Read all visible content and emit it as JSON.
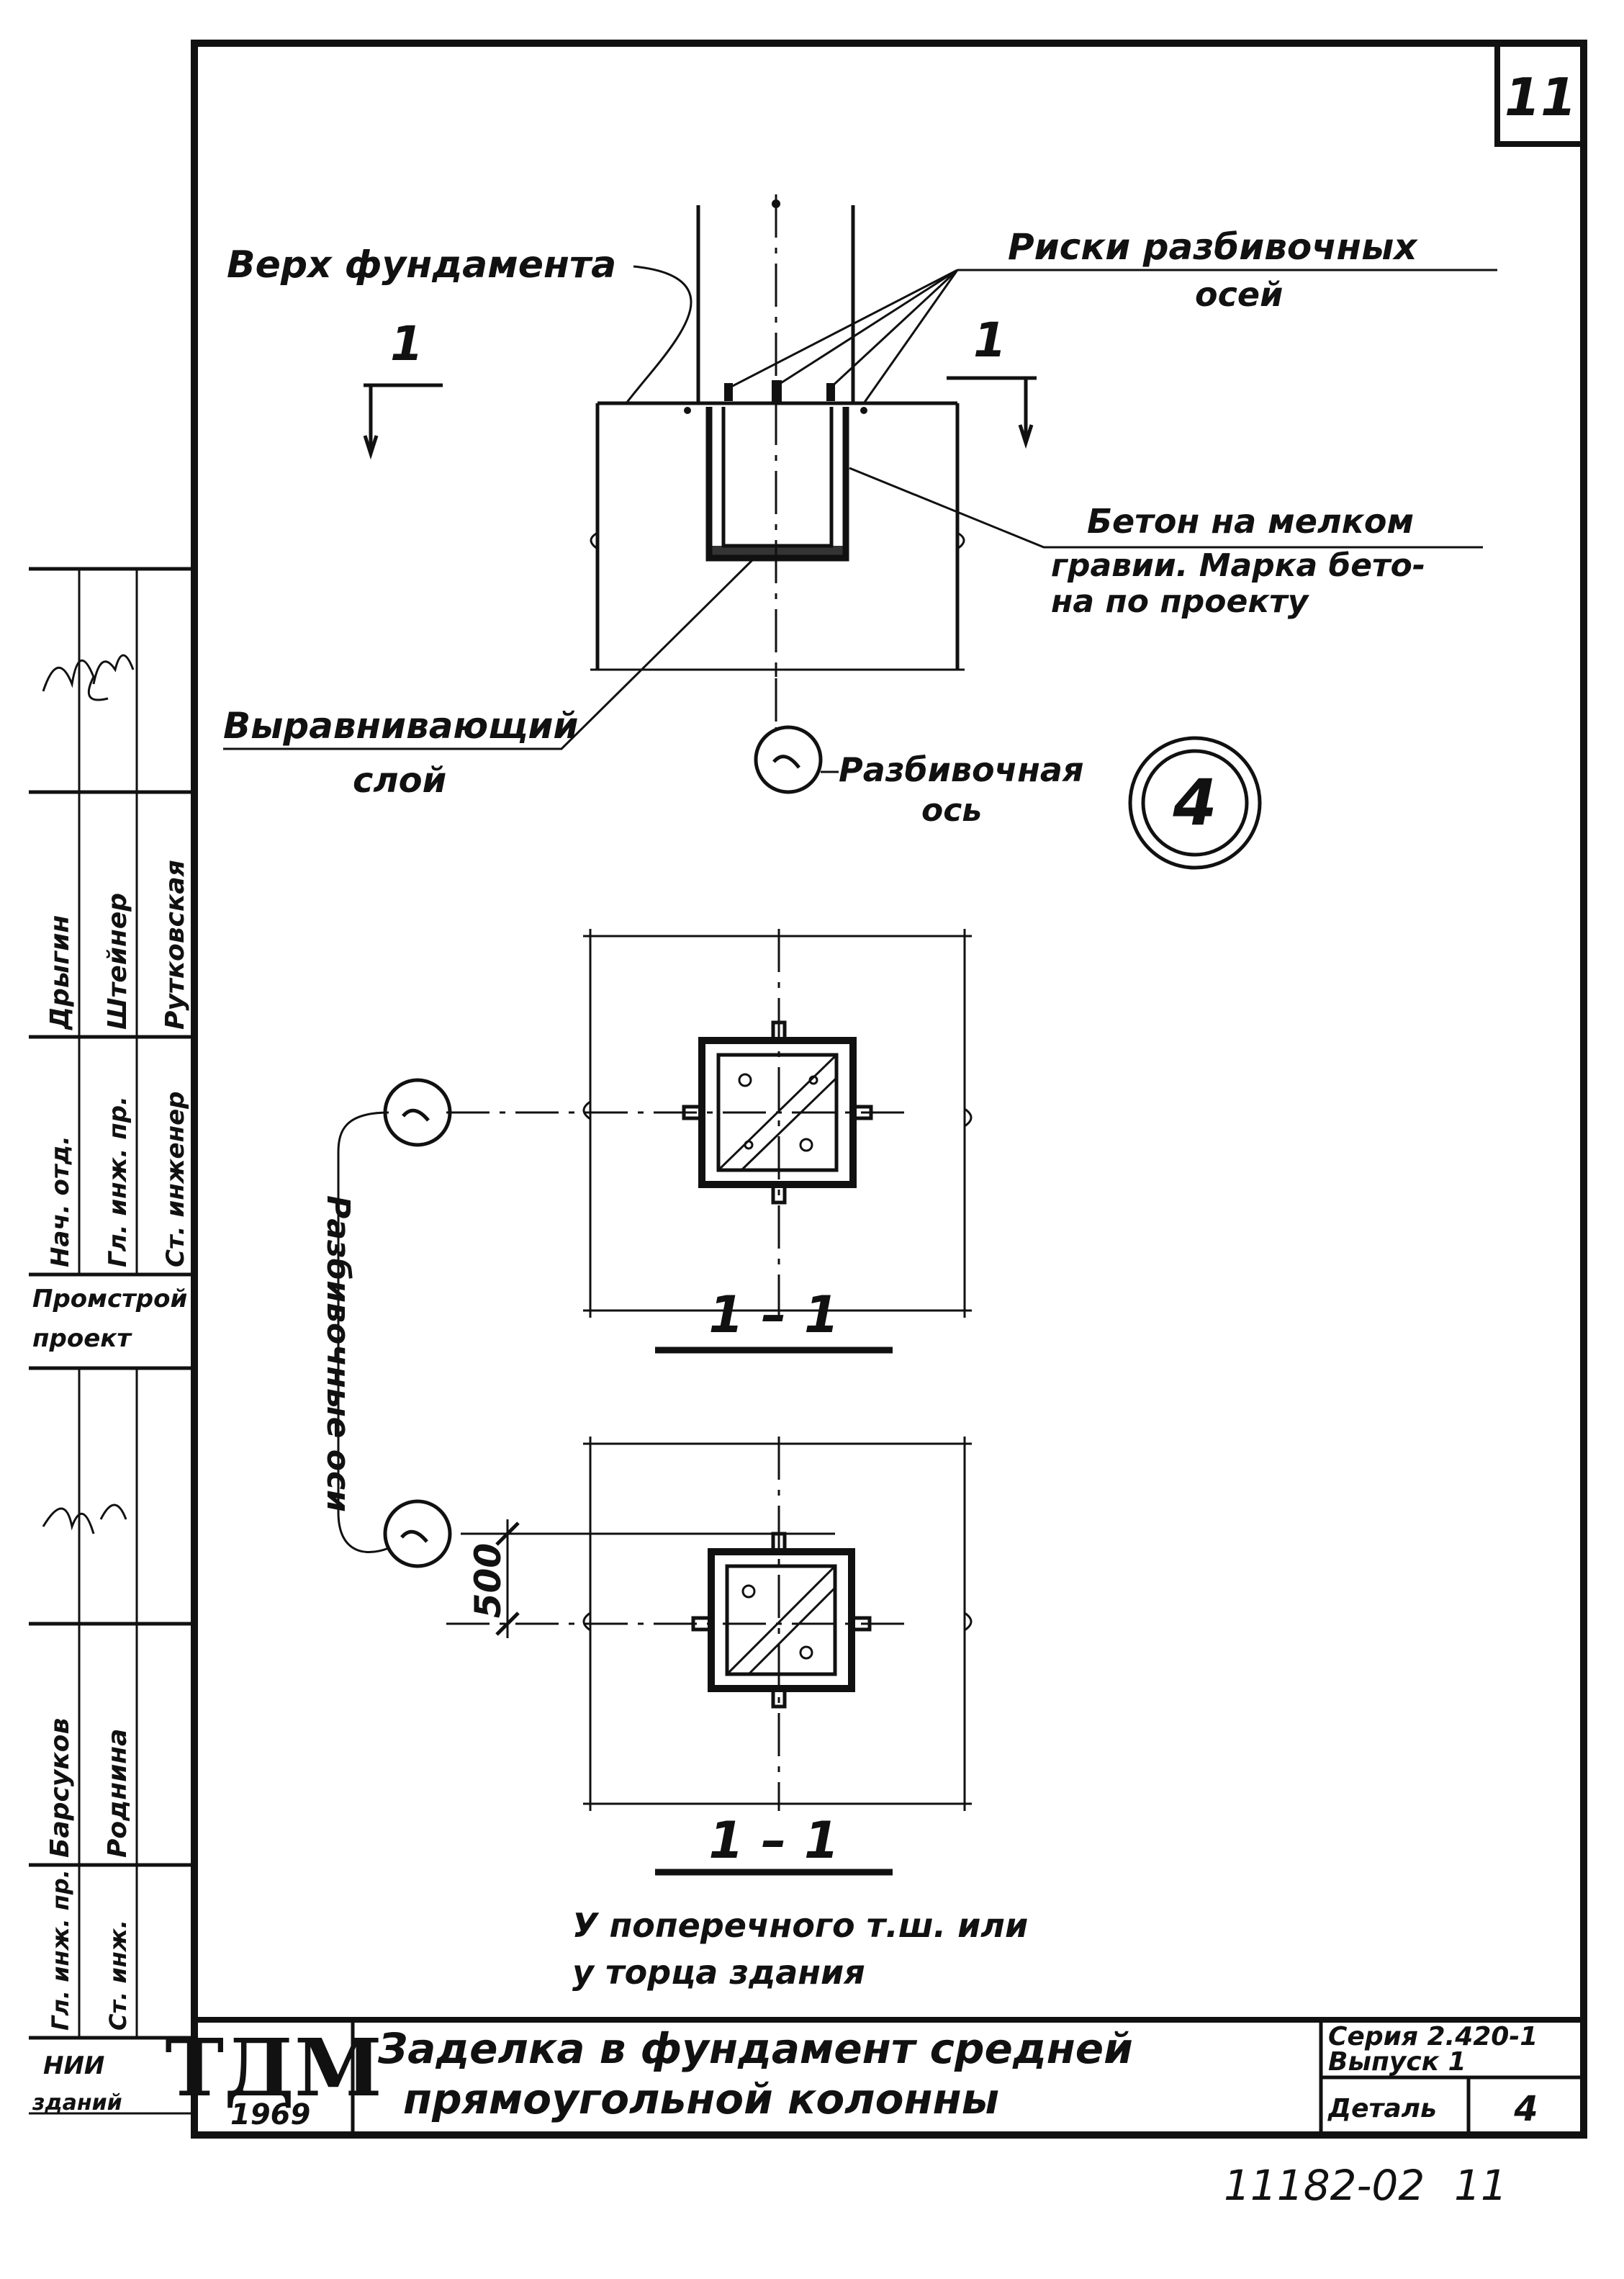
{
  "sheet": {
    "number": "11",
    "bottom_code": "11182-02",
    "bottom_page": "11"
  },
  "section_view": {
    "top_of_foundation": "Верх фундамента",
    "risk_marks_line1": "Риски разбивочных",
    "risk_marks_line2": "осей",
    "concrete_line1": "Бетон на мелком",
    "concrete_line2": "гравии. Марка бето-",
    "concrete_line3": "на по проекту",
    "leveling_line1": "Выравнивающий",
    "leveling_line2": "слой",
    "axis_label_line1": "Разбивочная",
    "axis_label_line2": "ось",
    "cut_mark_left": "1",
    "cut_mark_right": "1",
    "detail_number": "4"
  },
  "plan_views": {
    "axes_label": "Разбивочные оси",
    "section_title_1": "1 – 1",
    "section_title_2": "1 – 1",
    "dimension": "500",
    "note_line1": "У поперечного т.ш. или",
    "note_line2": "у торца здания"
  },
  "side_stamp": {
    "names": [
      "Дрыгин",
      "Штейнер",
      "Рутковская"
    ],
    "positions": [
      "Нач. отд.",
      "Гл. инж. пр.",
      "Ст. инженер"
    ],
    "org_line1": "Промстрой",
    "org_line2": "проект",
    "names2": [
      "Барсуков",
      "Роднина"
    ],
    "positions2": [
      "Гл. инж. пр.",
      "Ст. инж."
    ],
    "institute_line1": "НИИ",
    "institute_line2": "зданий"
  },
  "title_block": {
    "logo": "ТДМ",
    "year": "1969",
    "title_line1": "Заделка в фундамент средней",
    "title_line2": "прямоугольной колонны",
    "series_line1": "Серия 2.420-1",
    "series_line2": "Выпуск 1",
    "detail_label": "Деталь",
    "detail_value": "4"
  }
}
